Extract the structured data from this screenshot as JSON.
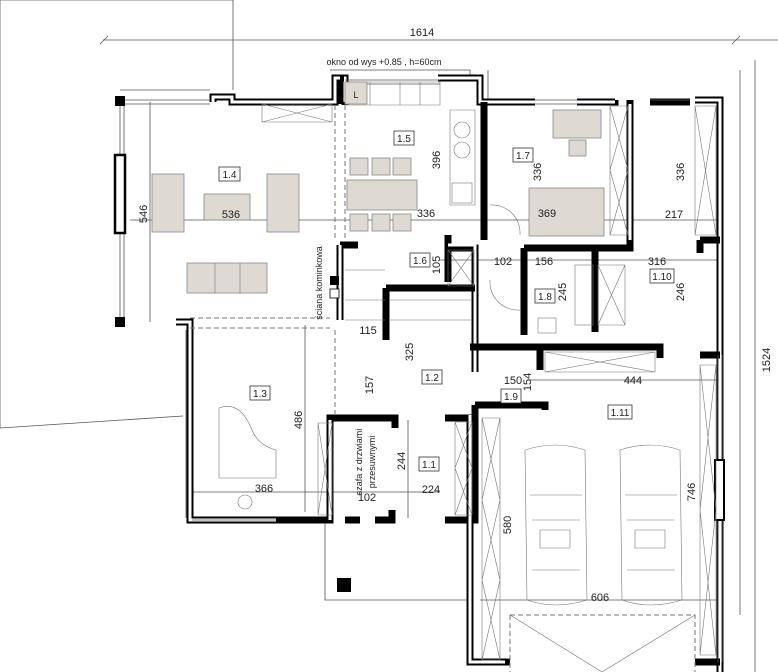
{
  "plan": {
    "rooms": {
      "r1_1": "1.1",
      "r1_2": "1.2",
      "r1_3": "1.3",
      "r1_4": "1.4",
      "r1_5": "1.5",
      "r1_6": "1.6",
      "r1_7": "1.7",
      "r1_8": "1.8",
      "r1_9": "1.9",
      "r1_10": "1.10",
      "r1_11": "1.11"
    },
    "dimensions": {
      "total_width": "1614",
      "total_depth": "1524",
      "living_depth": "546",
      "living_width": "536",
      "dining_depth": "396",
      "dining_width": "336",
      "bed1_depth": "336",
      "bed1_width": "369",
      "bed2_depth": "336",
      "bed2_width": "217",
      "pantry_depth": "105",
      "hall_a": "102",
      "bath_width": "156",
      "room110_width": "316",
      "bath_depth": "245",
      "room110_depth": "246",
      "stair_width": "115",
      "hall_depth": "325",
      "hall_b": "157",
      "corr_width": "150",
      "corr_depth": "154",
      "garage_top_width": "444",
      "music_depth": "486",
      "entry_depth": "244",
      "entry_width": "224",
      "music_width": "366",
      "wardrobe_width": "102",
      "garage_inner_depth": "580",
      "garage_depth": "746",
      "garage_width": "606"
    },
    "notes": {
      "window_note": "okno od wys +0.85 , h=60cm",
      "fireplace_wall": "ściana kominkowa",
      "wardrobe_line1": "szafa z drzwiami",
      "wardrobe_line2": "przesuwnymi",
      "fridge_mark": "L"
    }
  }
}
